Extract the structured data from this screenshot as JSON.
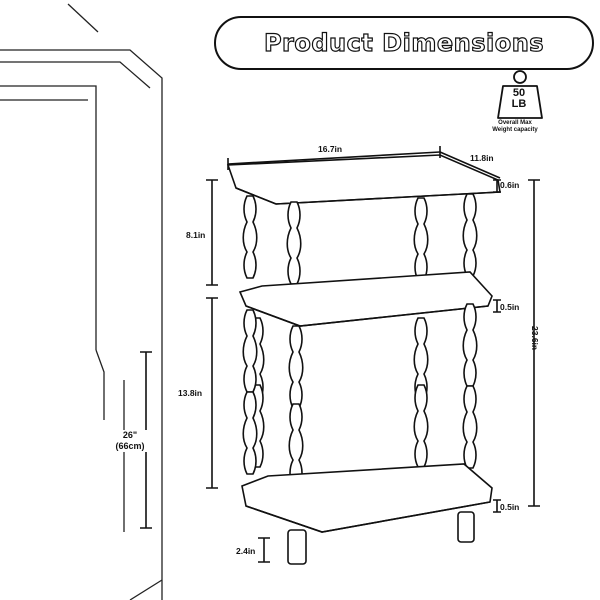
{
  "title": "Product Dimensions",
  "capacity": {
    "value": "50",
    "unit": "LB",
    "caption_line1": "Overall Max",
    "caption_line2": "Weight capacity"
  },
  "dimensions": {
    "width": "16.7in",
    "depth": "11.8in",
    "top_thickness": "0.6in",
    "top_gap": "8.1in",
    "mid_thickness": "0.5in",
    "lower_gap": "13.8in",
    "bottom_thickness": "0.5in",
    "total_height": "23.6in",
    "leg_height": "2.4in"
  },
  "room_reference": {
    "height_in": "26\"",
    "height_cm": "(66cm)"
  }
}
